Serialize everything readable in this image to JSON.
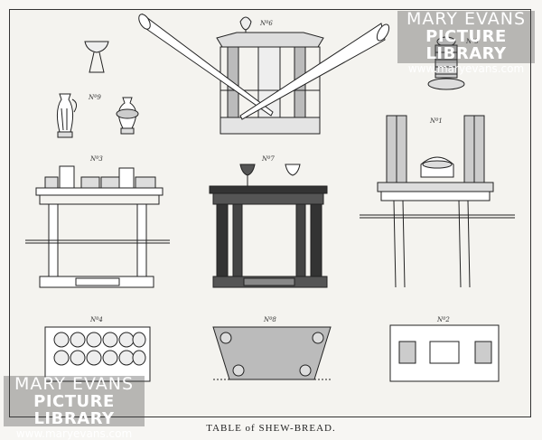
{
  "caption": "TABLE of SHEW-BREAD.",
  "figure_labels": {
    "fig6": "Nº6",
    "fig5": "Nº5",
    "fig9": "Nº9",
    "fig3": "Nº3",
    "fig7": "Nº7",
    "fig1": "Nº1",
    "fig4": "Nº4",
    "fig8": "Nº8",
    "fig2": "Nº2"
  },
  "watermark": {
    "line1": "MARY EVANS",
    "line2": "PICTURE LIBRARY",
    "line3": "www.maryevans.com"
  },
  "colors": {
    "ink": "#222222",
    "paper": "#f4f3ef",
    "watermark": "#ffffff"
  }
}
